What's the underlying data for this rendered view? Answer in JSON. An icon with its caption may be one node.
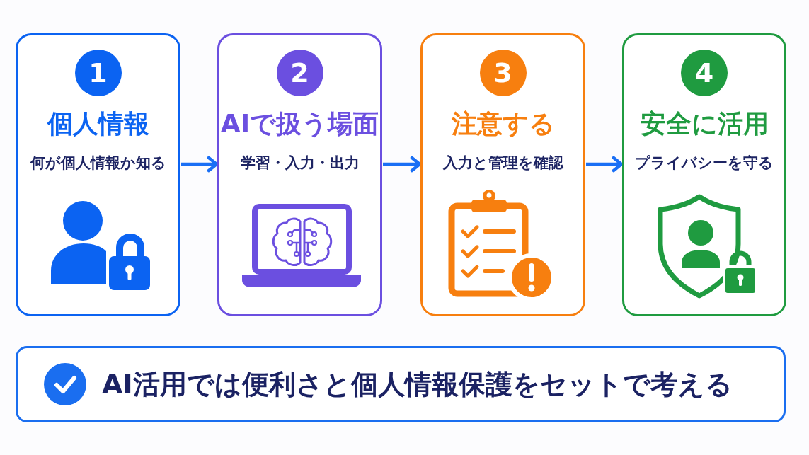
{
  "diagram": {
    "nodes": [
      {
        "text": [
          "1",
          "個人情報",
          "何が個人情報か知る"
        ]
      },
      {
        "text": [
          "2",
          "AIで扱う場面",
          "学習・入力・出力"
        ]
      },
      {
        "text": [
          "3",
          "注意する",
          "入力と管理を確認"
        ]
      },
      {
        "text": [
          "4",
          "安全に活用",
          "プライバシーを守る"
        ]
      },
      {
        "text": [
          "AI活用では便利さと個人情報保護をセットで考える"
        ]
      }
    ],
    "edges": [
      {
        "from": 0,
        "to": 1,
        "arrow": "to"
      },
      {
        "from": 1,
        "to": 2,
        "arrow": "to"
      },
      {
        "from": 2,
        "to": 3,
        "arrow": "to"
      }
    ]
  }
}
